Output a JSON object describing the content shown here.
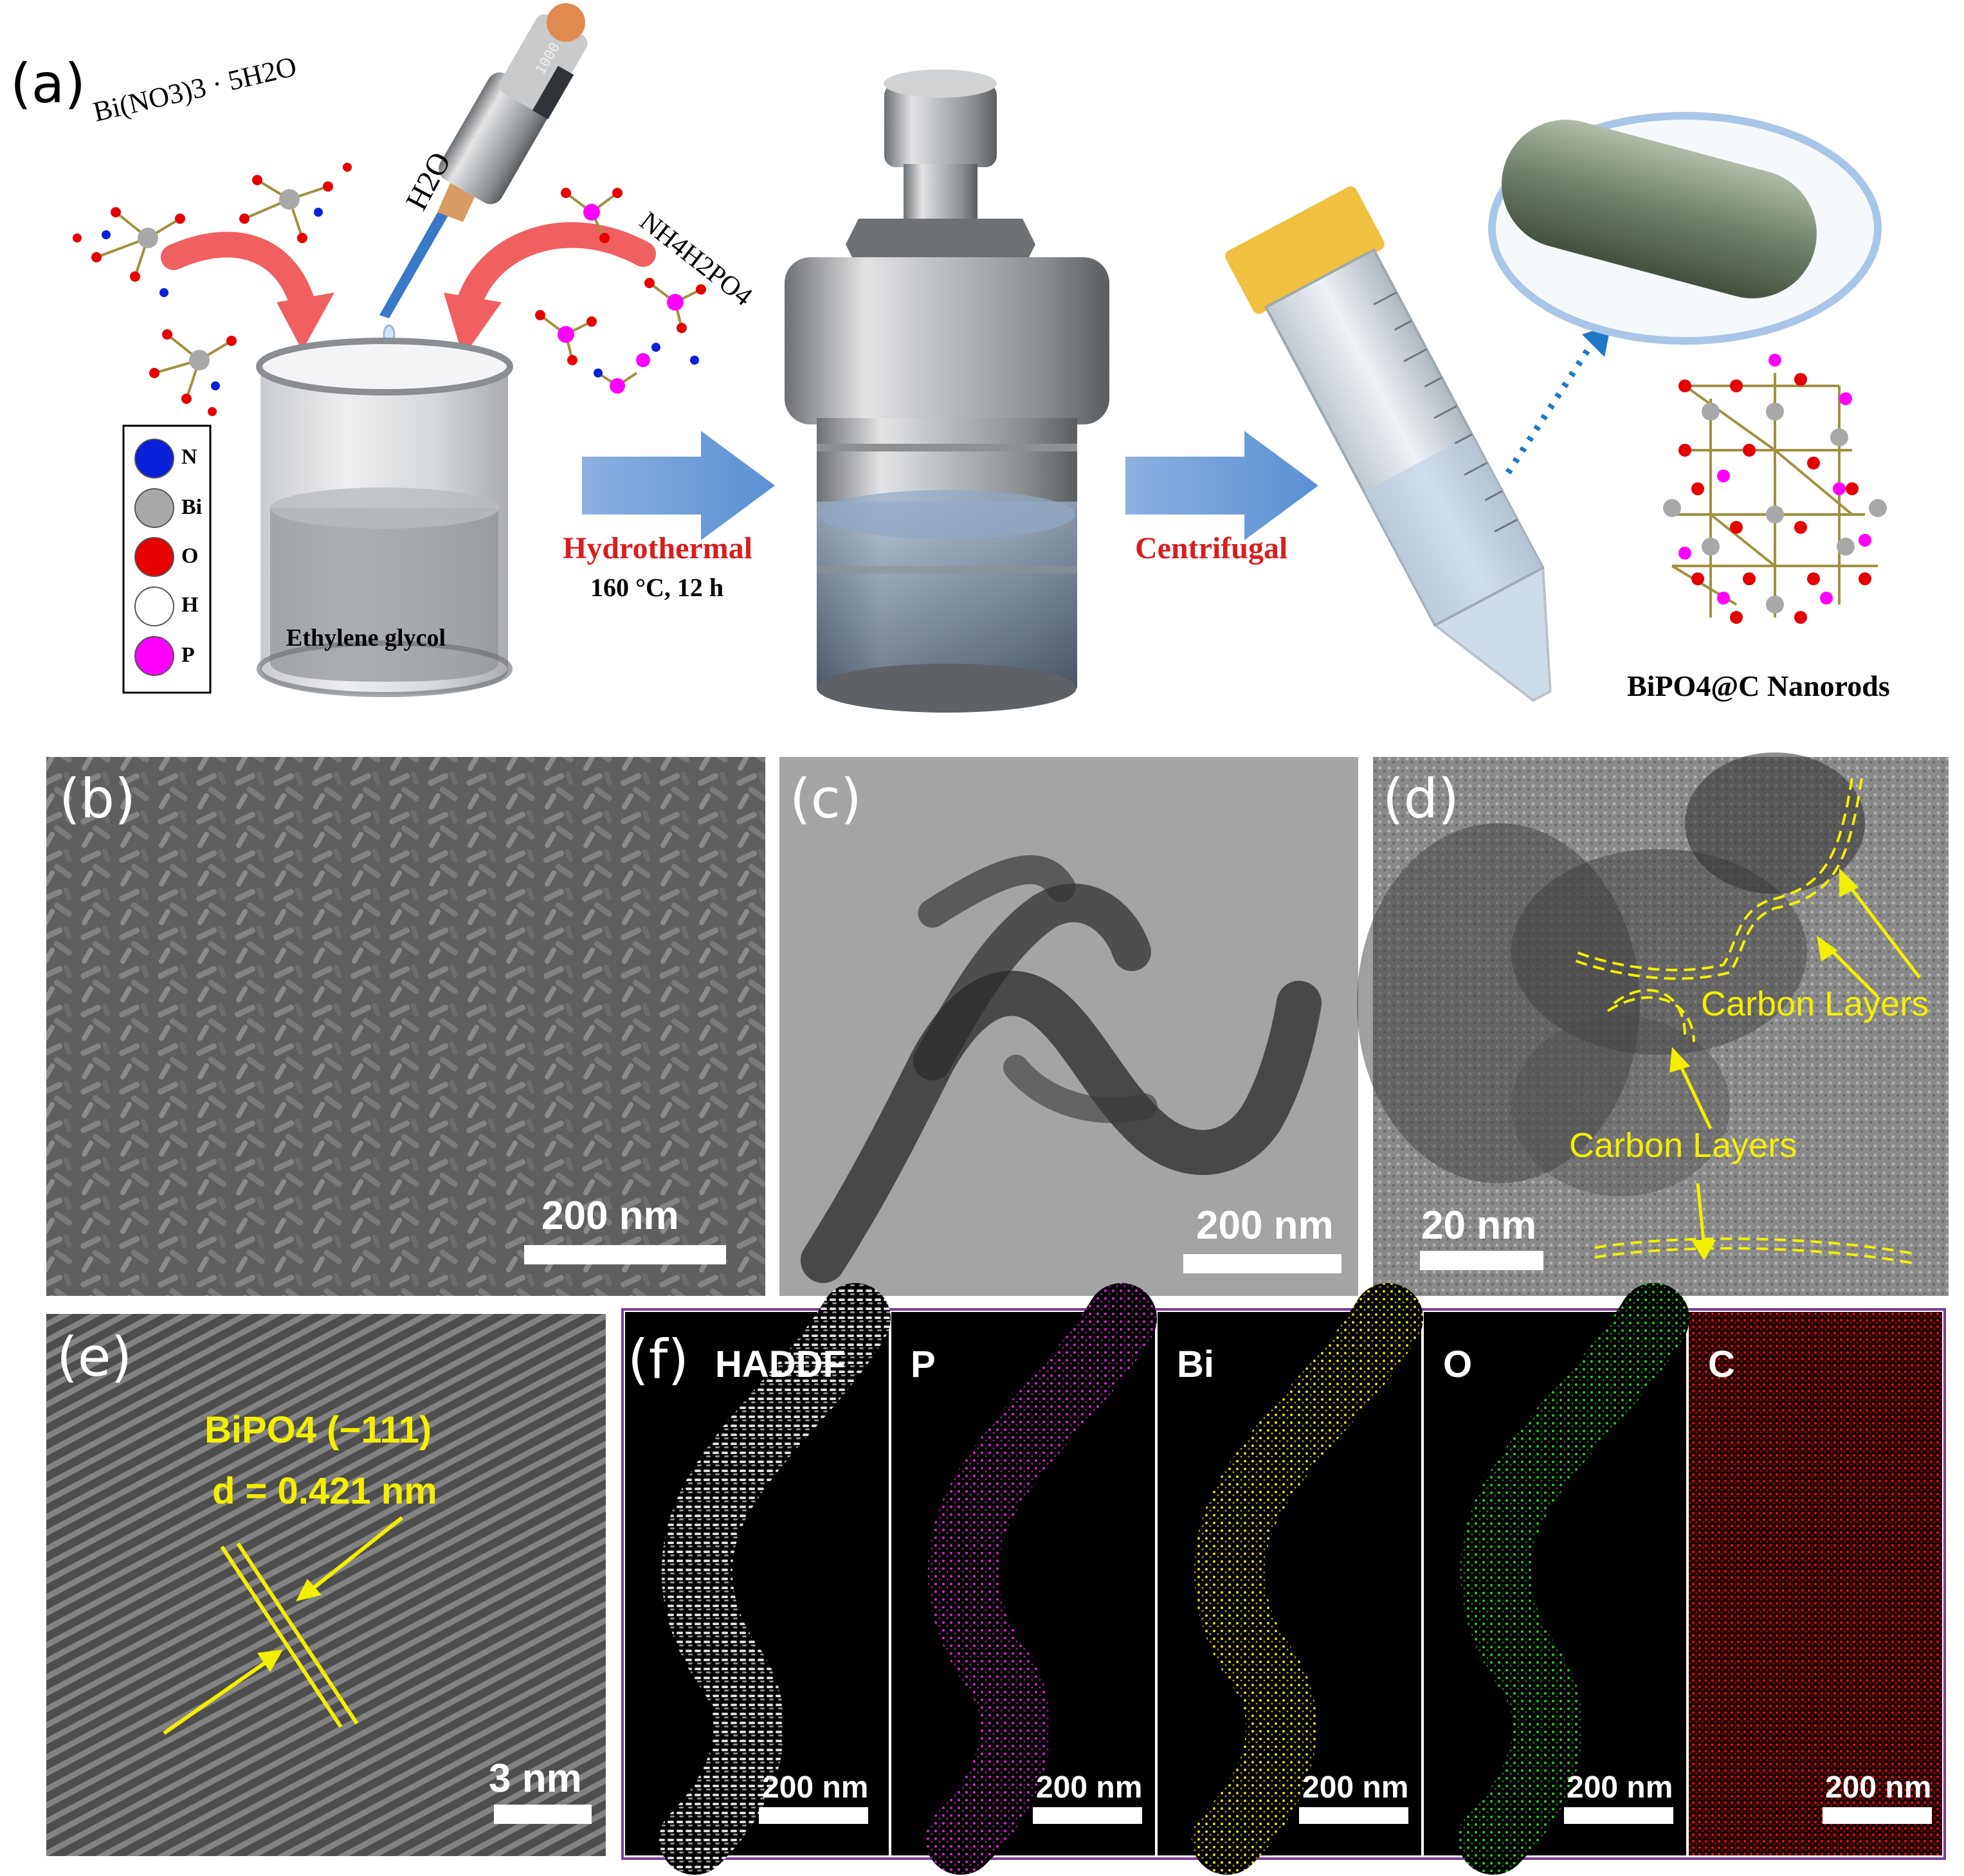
{
  "panel_a": {
    "label": "(a)",
    "reagents": {
      "bismuth_nitrate": "Bi(NO3)3 · 5H2O",
      "water": "H2O",
      "ammonium_phosphate": "NH4H2PO4"
    },
    "pipette_display": "1000",
    "beaker_label": "Ethylene glycol",
    "legend": [
      {
        "symbol": "N",
        "color": "#0a1fd8"
      },
      {
        "symbol": "Bi",
        "color": "#a8a8a8"
      },
      {
        "symbol": "O",
        "color": "#e60000"
      },
      {
        "symbol": "H",
        "color": "#ffffff"
      },
      {
        "symbol": "P",
        "color": "#ff00ff"
      }
    ],
    "step1": {
      "title": "Hydrothermal",
      "condition": "160 °C, 12 h"
    },
    "step2": {
      "title": "Centrifugal"
    },
    "product": "BiPO4@C Nanorods"
  },
  "panel_b": {
    "label": "(b)",
    "scale": "200 nm"
  },
  "panel_c": {
    "label": "(c)",
    "scale": "200 nm"
  },
  "panel_d": {
    "label": "(d)",
    "scale": "20 nm",
    "annotation1": "Carbon Layers",
    "annotation2": "Carbon Layers"
  },
  "panel_e": {
    "label": "(e)",
    "scale": "3 nm",
    "plane": "BiPO4 (−111)",
    "spacing": "d = 0.421 nm"
  },
  "panel_f": {
    "label": "(f)",
    "maps": [
      {
        "title": "HADDF",
        "scale": "200 nm",
        "color": "#dcdcdc"
      },
      {
        "title": "P",
        "scale": "200 nm",
        "color": "#e020d8"
      },
      {
        "title": "Bi",
        "scale": "200 nm",
        "color": "#e8e000"
      },
      {
        "title": "O",
        "scale": "200 nm",
        "color": "#20d020"
      },
      {
        "title": "C",
        "scale": "200 nm",
        "color": "#e01010"
      }
    ]
  }
}
